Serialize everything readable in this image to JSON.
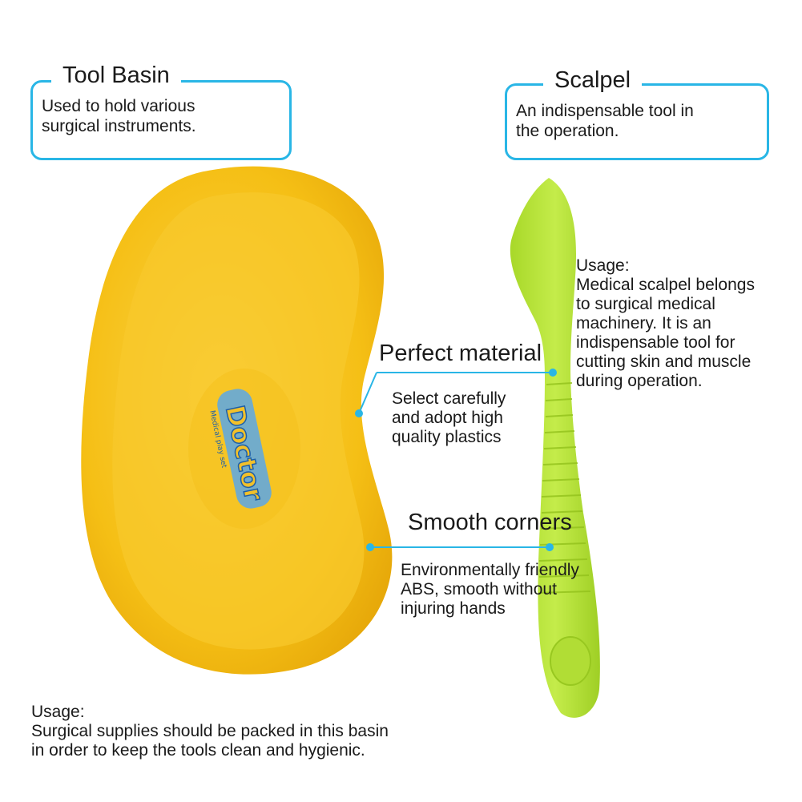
{
  "tool_basin": {
    "title": "Tool Basin",
    "description_lines": [
      "Used to hold various",
      "surgical instruments."
    ]
  },
  "scalpel": {
    "title": "Scalpel",
    "description_lines": [
      "An indispensable tool in",
      "the operation."
    ]
  },
  "scalpel_usage": {
    "label": "Usage:",
    "lines": [
      "Medical scalpel belongs",
      "to surgical medical",
      "machinery. It is an",
      "indispensable tool for",
      "cutting skin and muscle",
      "during operation."
    ]
  },
  "perfect_material": {
    "title": "Perfect material",
    "lines": [
      "Select carefully",
      "and adopt high",
      "quality plastics"
    ]
  },
  "smooth_corners": {
    "title": "Smooth corners",
    "lines": [
      "Environmentally friendly",
      "ABS, smooth without",
      "injuring hands"
    ]
  },
  "basin_usage": {
    "label": "Usage:",
    "lines": [
      "Surgical supplies should be packed in this basin",
      "in order to keep the tools clean and hygienic."
    ]
  },
  "logo": {
    "brand": "Doctor",
    "tagline": "Medical play set"
  },
  "colors": {
    "accent": "#29b6e6",
    "basin": "#f7c21a",
    "scalpel": "#b8e43a"
  }
}
